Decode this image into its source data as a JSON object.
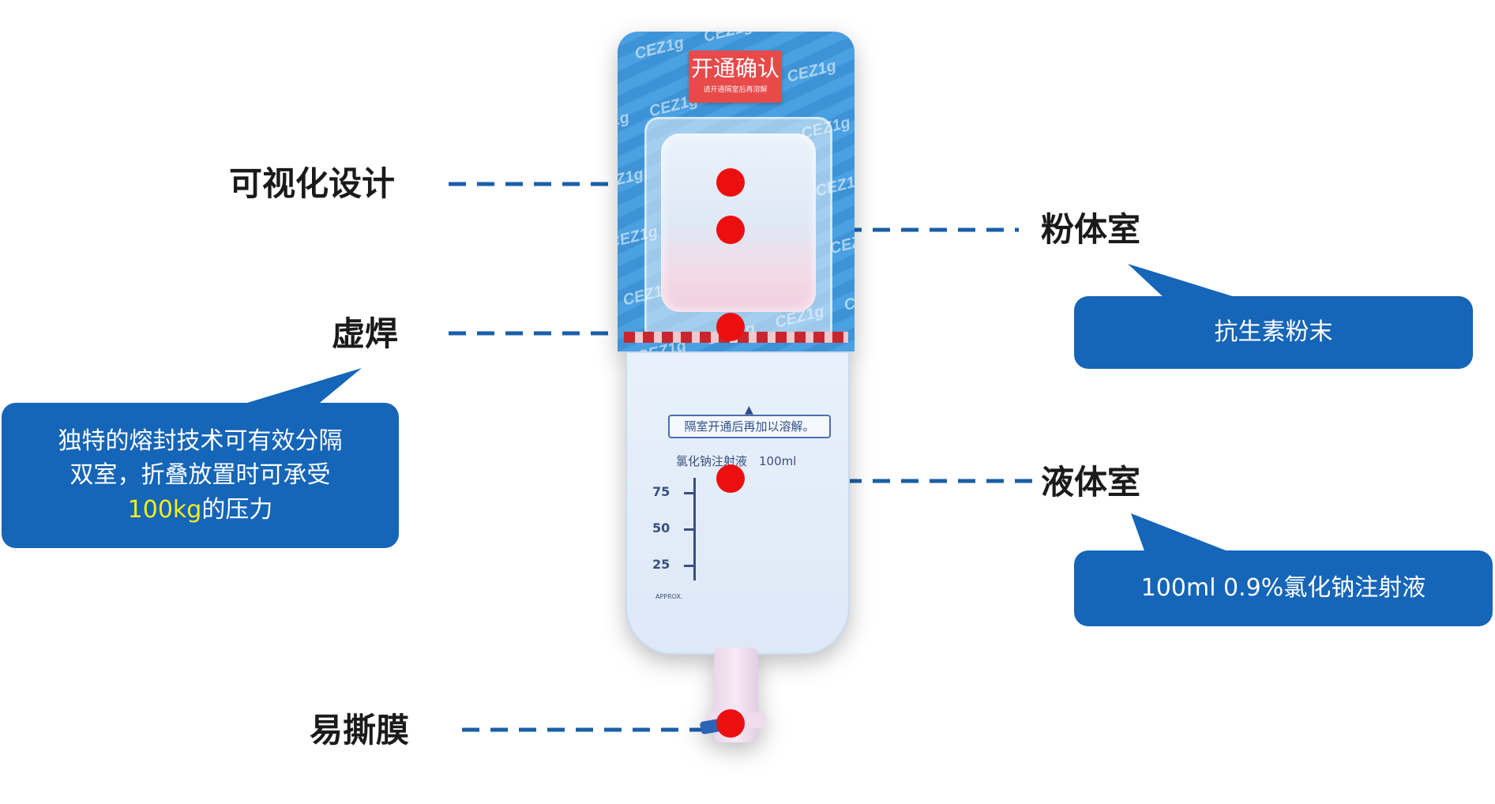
{
  "bag": {
    "pattern_text": "CEZ1g",
    "confirm_label": "开通确认",
    "confirm_sublabel": "请开通隔室后再溶解",
    "instruction_text": "隔室开通后再加以溶解。",
    "product_name": "氯化钠注射液　100ml",
    "scale_marks": [
      "75",
      "50",
      "25"
    ],
    "approx_text": "APPROX."
  },
  "labels": {
    "visual_design": "可视化设计",
    "powder_chamber": "粉体室",
    "virtual_weld": "虚焊",
    "liquid_chamber": "液体室",
    "tear_film": "易撕膜"
  },
  "callouts": {
    "powder": "抗生素粉末",
    "liquid": "100ml 0.9%氯化钠注射液",
    "weld_line1": "独特的熔封技术可有效分隔",
    "weld_line2": "双室，折叠放置时可承受",
    "weld_highlight": "100kg",
    "weld_line3_rest": "的压力"
  },
  "colors": {
    "callout_bg": "#1565b8",
    "leader_line": "#1a5fa8",
    "dot": "#ec0f0f",
    "highlight": "#f6ef1a",
    "bag_blue": "#4aa0e0",
    "seal_red": "#c9252e"
  }
}
